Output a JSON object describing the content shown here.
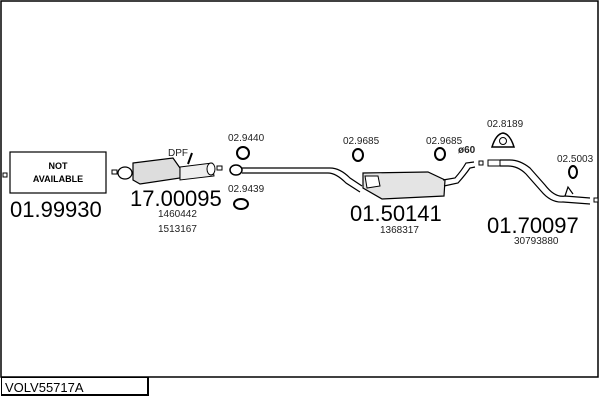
{
  "parts": [
    {
      "number": "01.99930",
      "box_text_line1": "NOT",
      "box_text_line2": "AVAILABLE"
    },
    {
      "number": "17.00095",
      "label": "DPF",
      "oem": [
        "1460442",
        "1513167"
      ]
    },
    {
      "number": "01.50141",
      "oem": [
        "1368317"
      ]
    },
    {
      "number": "01.70097",
      "oem": [
        "30793880"
      ]
    }
  ],
  "accessories": [
    "02.9440",
    "02.9439",
    "02.9685",
    "02.9685",
    "02.8189",
    "02.5003"
  ],
  "pipe_diameter": "ø60",
  "reference": "VOLV55717A"
}
